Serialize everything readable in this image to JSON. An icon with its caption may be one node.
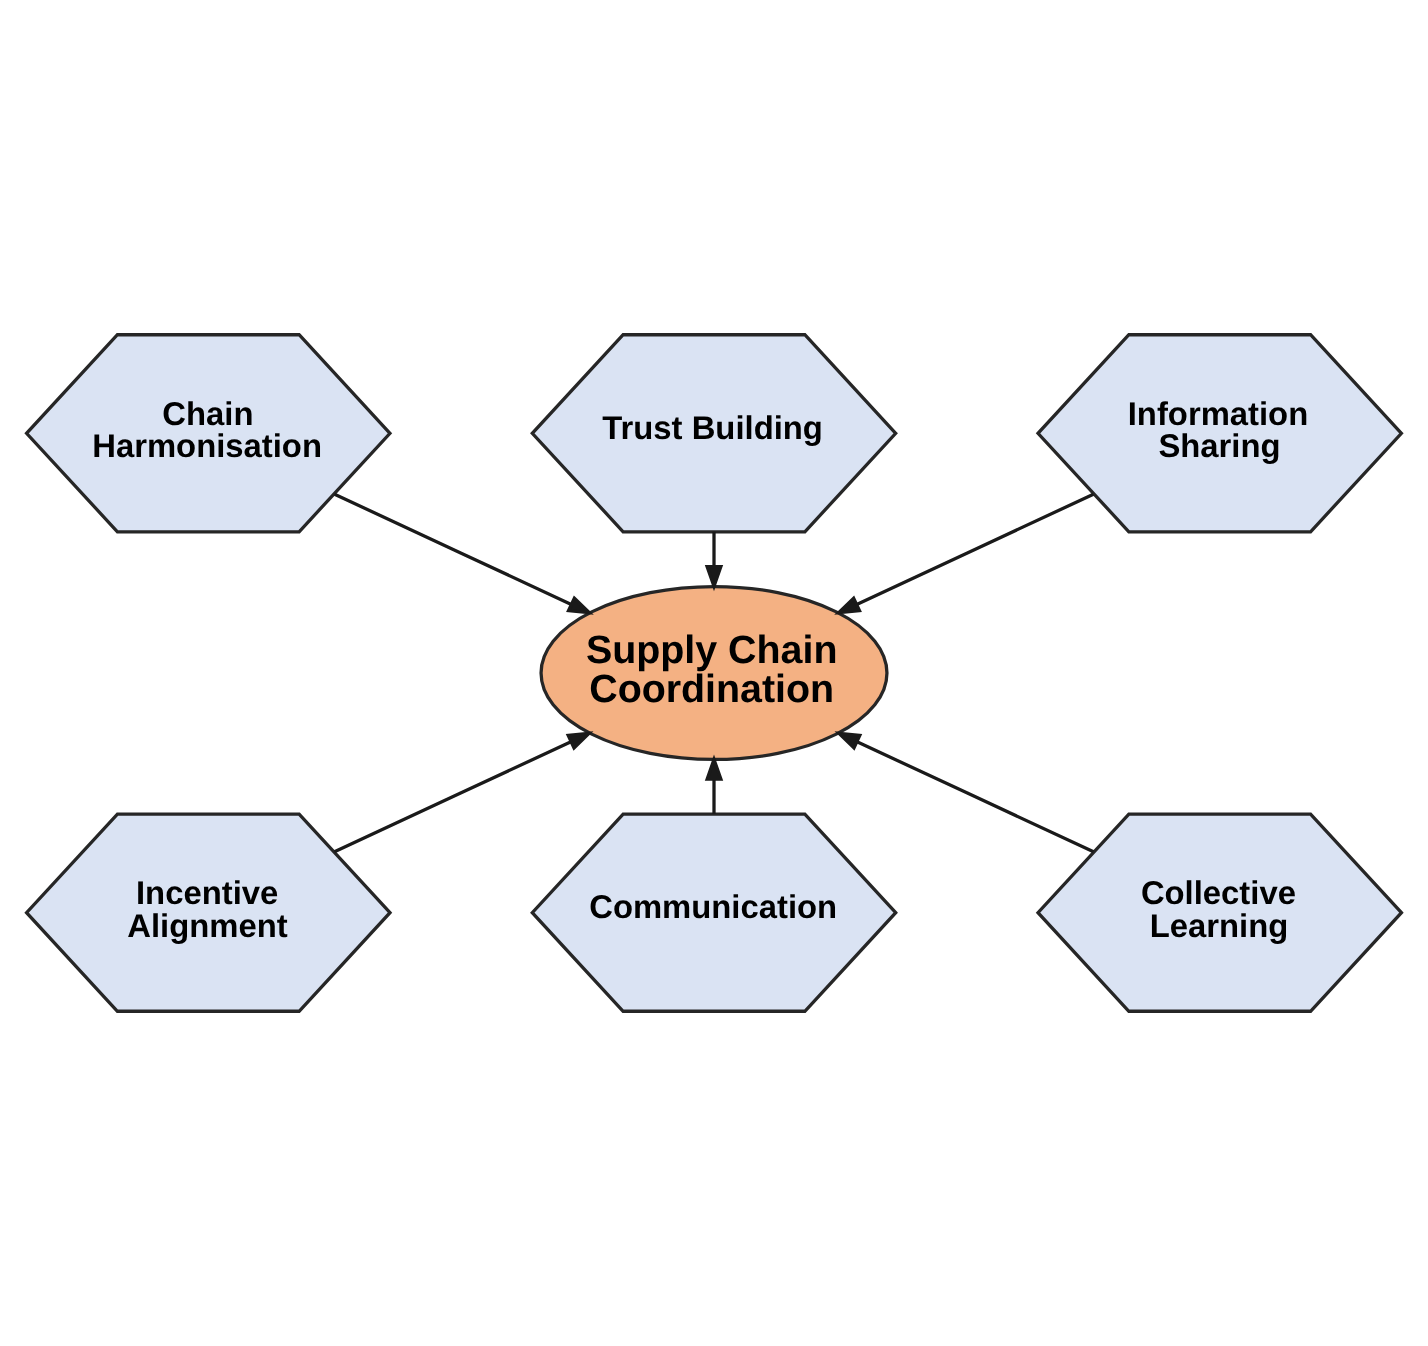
{
  "diagram": {
    "nodes": [
      {
        "text": [
          "Chain Harmonisation"
        ]
      },
      {
        "text": [
          "Trust Building"
        ]
      },
      {
        "text": [
          "Information Sharing"
        ]
      },
      {
        "text": [
          "Supply Chain Coordination"
        ]
      },
      {
        "text": [
          "Incentive Alignment"
        ]
      },
      {
        "text": [
          "Communication"
        ]
      },
      {
        "text": [
          "Collective Learning"
        ]
      }
    ],
    "edges": [
      {
        "from": 0,
        "to": 3,
        "arrow": "to"
      },
      {
        "from": 1,
        "to": 3,
        "arrow": "to"
      },
      {
        "from": 2,
        "to": 3,
        "arrow": "to"
      },
      {
        "from": 4,
        "to": 3,
        "arrow": "to"
      },
      {
        "from": 5,
        "to": 3,
        "arrow": "to"
      },
      {
        "from": 6,
        "to": 3,
        "arrow": "to"
      }
    ]
  }
}
